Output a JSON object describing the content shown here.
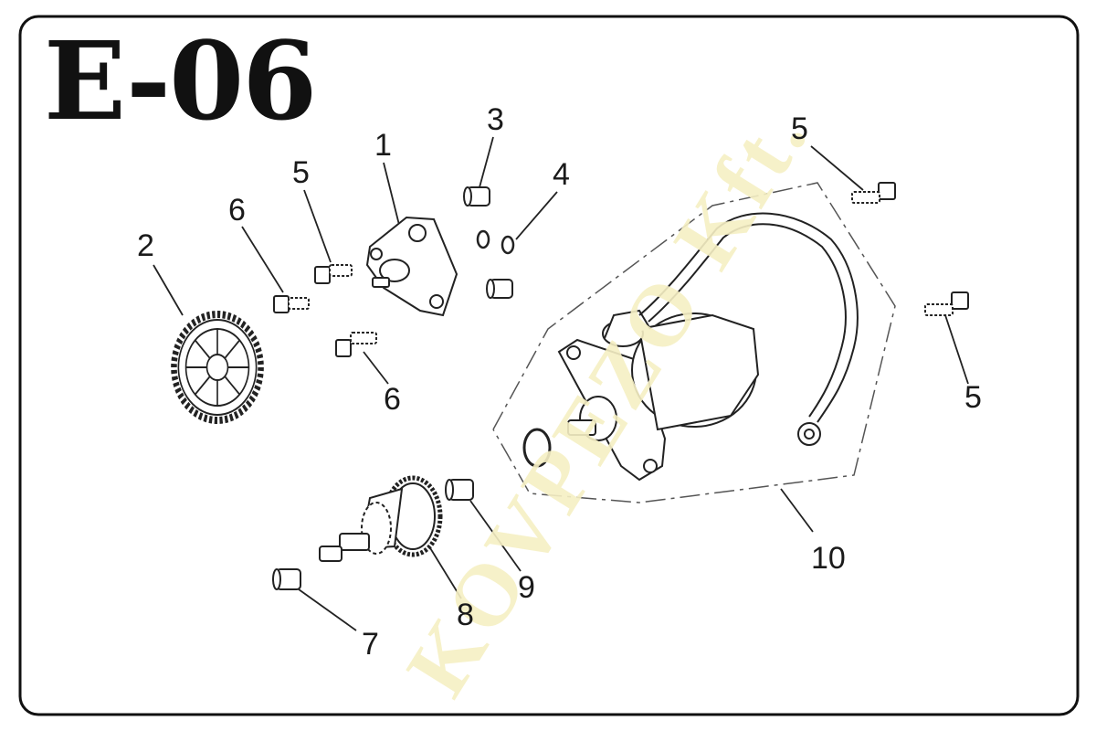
{
  "diagram": {
    "code": "E-06",
    "watermark": "KOVPEZO Kft.",
    "callouts": [
      {
        "id": "c1",
        "text": "1"
      },
      {
        "id": "c2",
        "text": "2"
      },
      {
        "id": "c3",
        "text": "3"
      },
      {
        "id": "c4",
        "text": "4"
      },
      {
        "id": "c5a",
        "text": "5"
      },
      {
        "id": "c5b",
        "text": "5"
      },
      {
        "id": "c5c",
        "text": "5"
      },
      {
        "id": "c6a",
        "text": "6"
      },
      {
        "id": "c6b",
        "text": "6"
      },
      {
        "id": "c7",
        "text": "7"
      },
      {
        "id": "c8",
        "text": "8"
      },
      {
        "id": "c9",
        "text": "9"
      },
      {
        "id": "c10",
        "text": "10"
      }
    ]
  }
}
